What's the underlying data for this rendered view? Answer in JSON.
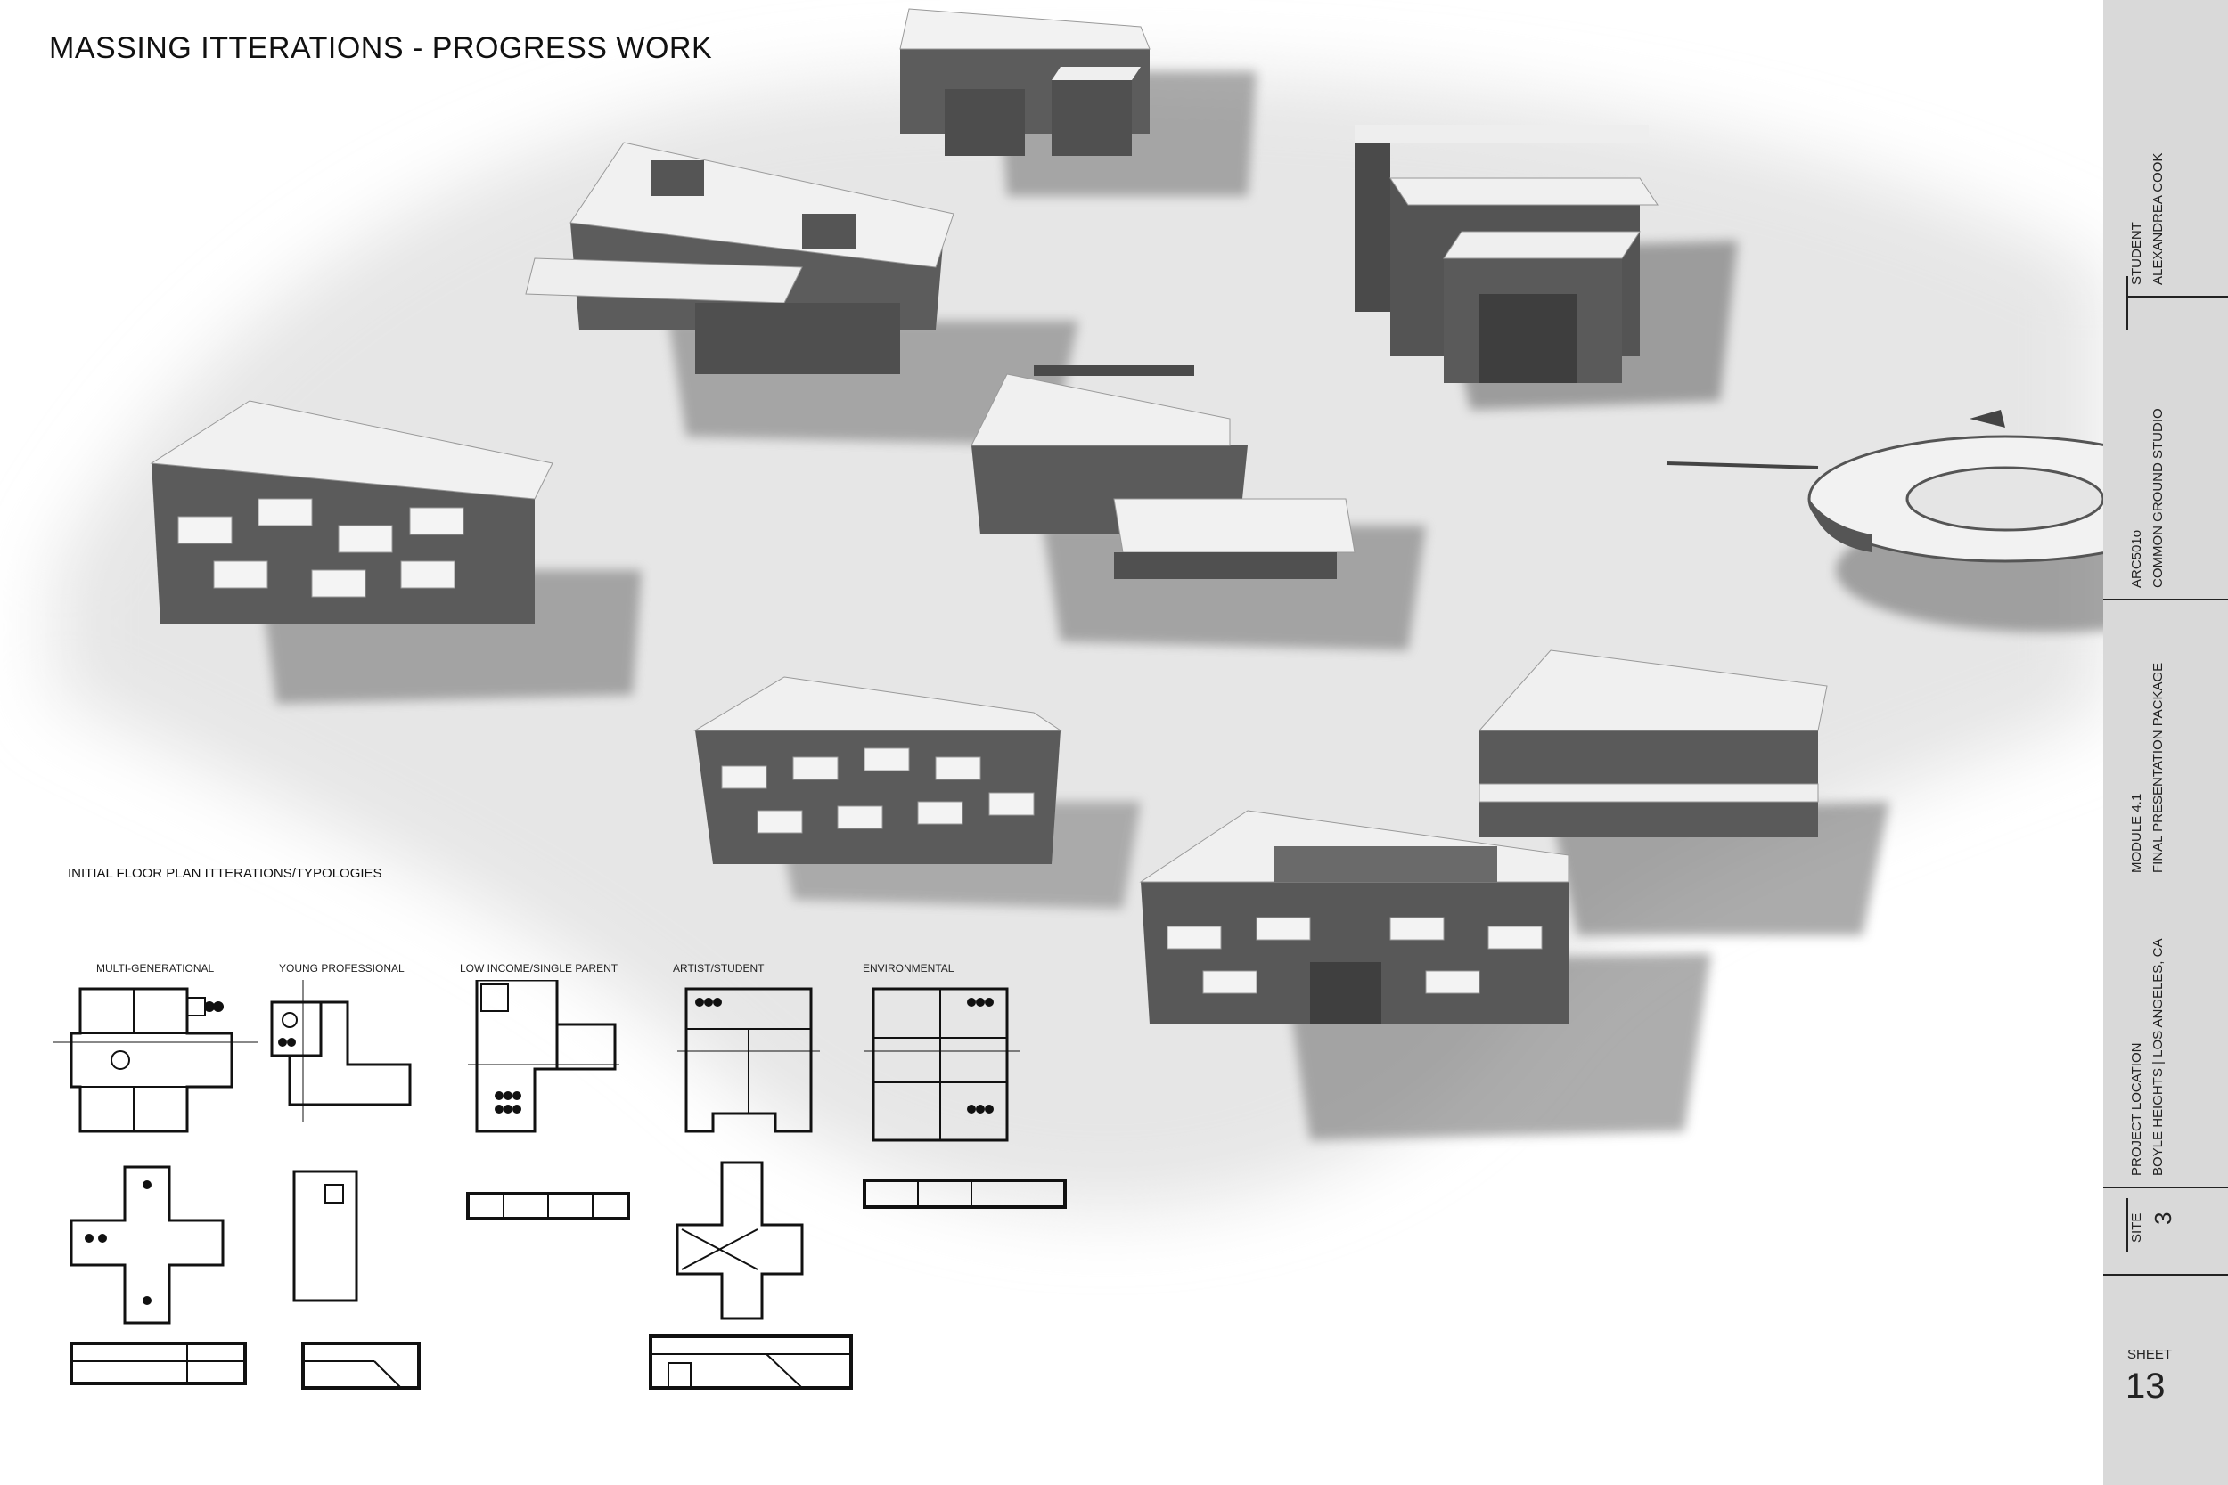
{
  "board": {
    "title": "MASSING ITTERATIONS - PROGRESS WORK",
    "floor_plans": {
      "heading": "INITIAL FLOOR PLAN ITTERATIONS/TYPOLOGIES",
      "typologies": [
        "MULTI-GENERATIONAL",
        "YOUNG PROFESSIONAL",
        "LOW INCOME/SINGLE PARENT",
        "ARTIST/STUDENT",
        "ENVIRONMENTAL"
      ]
    }
  },
  "title_block": {
    "student_label": "STUDENT",
    "student_name": "ALEXANDREA COOK",
    "course_code": "ARC501o",
    "course_name": "COMMON GROUND STUDIO",
    "module": "MODULE 4.1",
    "module_name": "FINAL PRESENTATION PACKAGE",
    "location_label": "PROJECT LOCATION",
    "location": "BOYLE HEIGHTS | LOS ANGELES, CA",
    "site_label": "SITE",
    "site_number": "3",
    "sheet_label": "SHEET",
    "sheet_number": "13"
  },
  "colors": {
    "sidebar": "#d9d9d9",
    "mass_top": "#f2f2f2",
    "mass_side": "#5a5a5a",
    "mass_dark": "#444444",
    "shadow": "#8f8f8f",
    "ground": "#e9e9e9"
  }
}
